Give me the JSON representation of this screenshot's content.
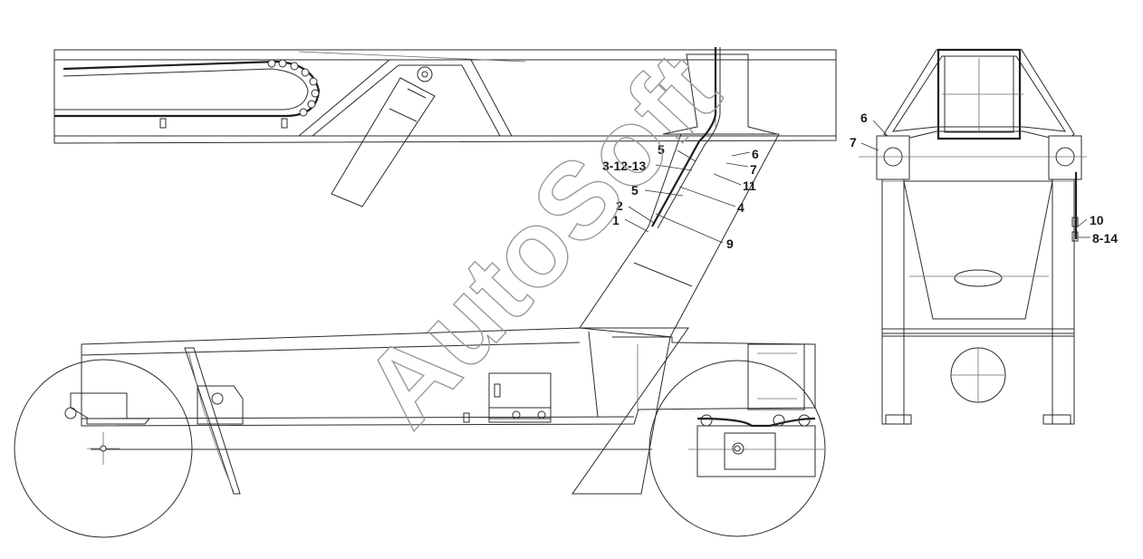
{
  "watermark": "AutoSoft",
  "callouts": {
    "side": [
      {
        "label": "5"
      },
      {
        "label": "6"
      },
      {
        "label": "3-12-13"
      },
      {
        "label": "7"
      },
      {
        "label": "11"
      },
      {
        "label": "5"
      },
      {
        "label": "4"
      },
      {
        "label": "2"
      },
      {
        "label": "1"
      },
      {
        "label": "9"
      }
    ],
    "end": [
      {
        "label": "6"
      },
      {
        "label": "7"
      },
      {
        "label": "10"
      },
      {
        "label": "8-14"
      }
    ]
  },
  "colors": {
    "line": "#2b2b2b",
    "watermark": "#9a9a9a",
    "background": "#ffffff"
  }
}
